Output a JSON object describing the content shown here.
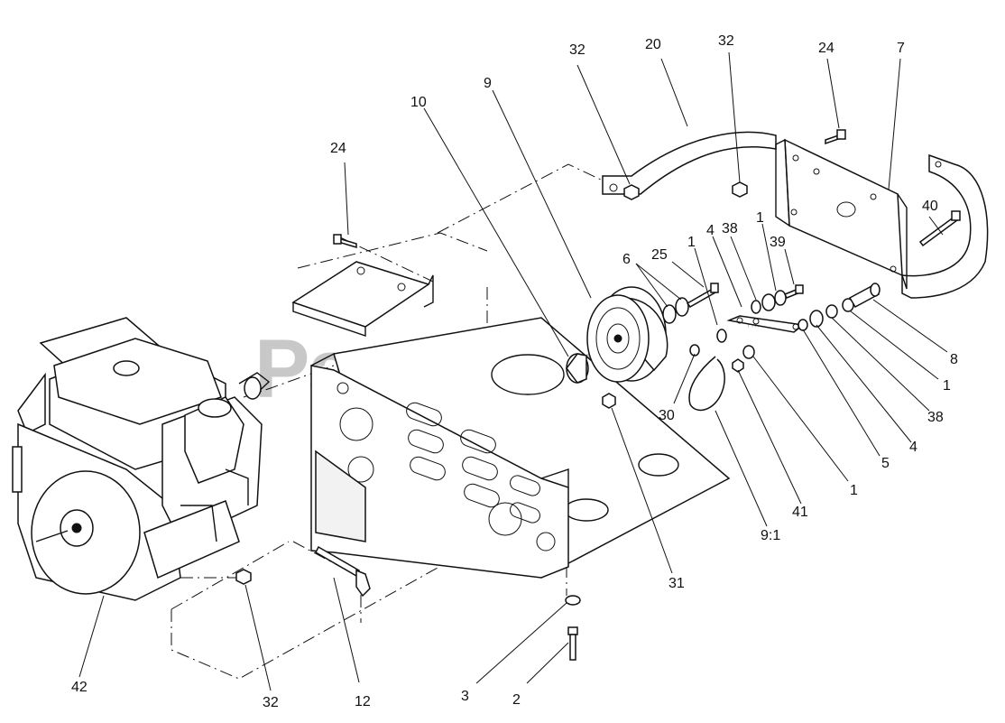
{
  "watermark": {
    "text": "PartsTree",
    "color": "#c8c8c8",
    "trademark": "™"
  },
  "callouts": [
    {
      "id": "c-32-top-left",
      "text": "32"
    },
    {
      "id": "c-20",
      "text": "20"
    },
    {
      "id": "c-32-top-mid",
      "text": "32"
    },
    {
      "id": "c-24-top",
      "text": "24"
    },
    {
      "id": "c-7",
      "text": "7"
    },
    {
      "id": "c-10",
      "text": "10"
    },
    {
      "id": "c-9",
      "text": "9"
    },
    {
      "id": "c-24-left",
      "text": "24"
    },
    {
      "id": "c-40",
      "text": "40"
    },
    {
      "id": "c-1-a",
      "text": "1"
    },
    {
      "id": "c-38-top",
      "text": "38"
    },
    {
      "id": "c-1-b",
      "text": "1"
    },
    {
      "id": "c-4-top",
      "text": "4"
    },
    {
      "id": "c-39",
      "text": "39"
    },
    {
      "id": "c-25",
      "text": "25"
    },
    {
      "id": "c-6",
      "text": "6"
    },
    {
      "id": "c-8",
      "text": "8"
    },
    {
      "id": "c-1-right",
      "text": "1"
    },
    {
      "id": "c-38-right",
      "text": "38"
    },
    {
      "id": "c-30",
      "text": "30"
    },
    {
      "id": "c-4-right",
      "text": "4"
    },
    {
      "id": "c-5",
      "text": "5"
    },
    {
      "id": "c-1-bottom",
      "text": "1"
    },
    {
      "id": "c-41",
      "text": "41"
    },
    {
      "id": "c-9-1",
      "text": "9:1"
    },
    {
      "id": "c-31",
      "text": "31"
    },
    {
      "id": "c-42",
      "text": "42"
    },
    {
      "id": "c-32-bottom",
      "text": "32"
    },
    {
      "id": "c-12",
      "text": "12"
    },
    {
      "id": "c-3",
      "text": "3"
    },
    {
      "id": "c-2",
      "text": "2"
    }
  ]
}
